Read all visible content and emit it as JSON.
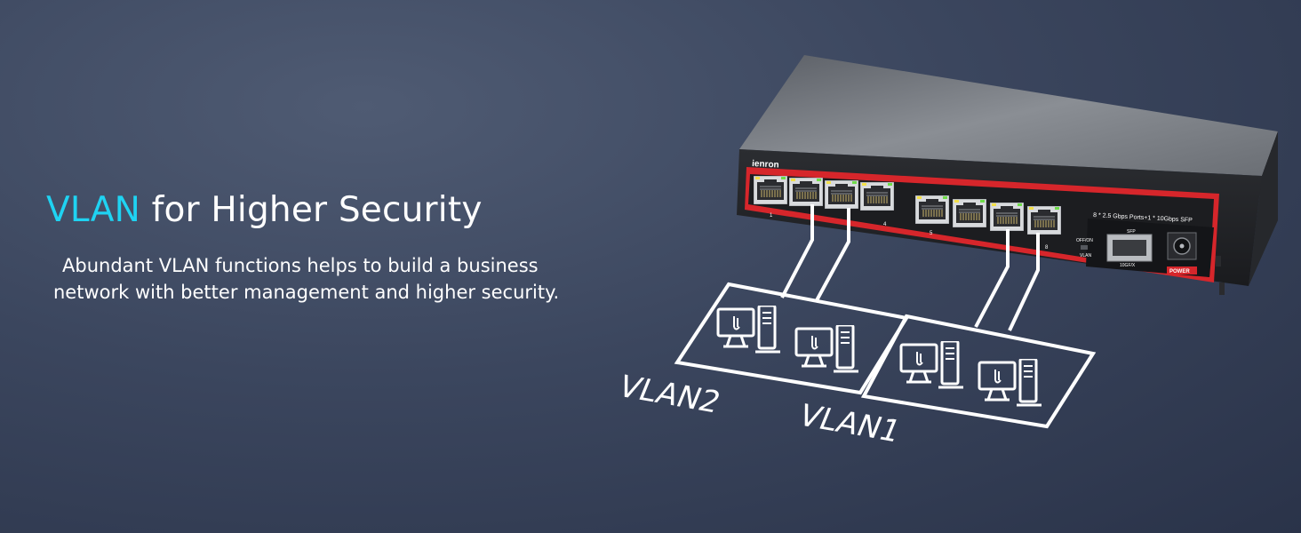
{
  "headline": {
    "accent": "VLAN",
    "rest": " for Higher Security"
  },
  "description": {
    "line1": "Abundant VLAN functions helps to build a business",
    "line2": "network with better management and higher security."
  },
  "device": {
    "brand": "ienron",
    "ports_spec": "8 * 2.5 Gbps Ports+1 * 10Gbps SFP",
    "port_labels": [
      "1",
      "4",
      "5",
      "8"
    ],
    "switch_label_top": "OFF/ON",
    "switch_label_bottom": "VLAN",
    "sfp_label": "SFP",
    "sfp_sub_label": "10GF/X",
    "power_label": "POWER"
  },
  "vlans": [
    {
      "label": "VLAN2"
    },
    {
      "label": "VLAN1"
    }
  ],
  "colors": {
    "accent": "#1fd3f2",
    "switch_red": "#d6262b",
    "text": "#ffffff"
  }
}
